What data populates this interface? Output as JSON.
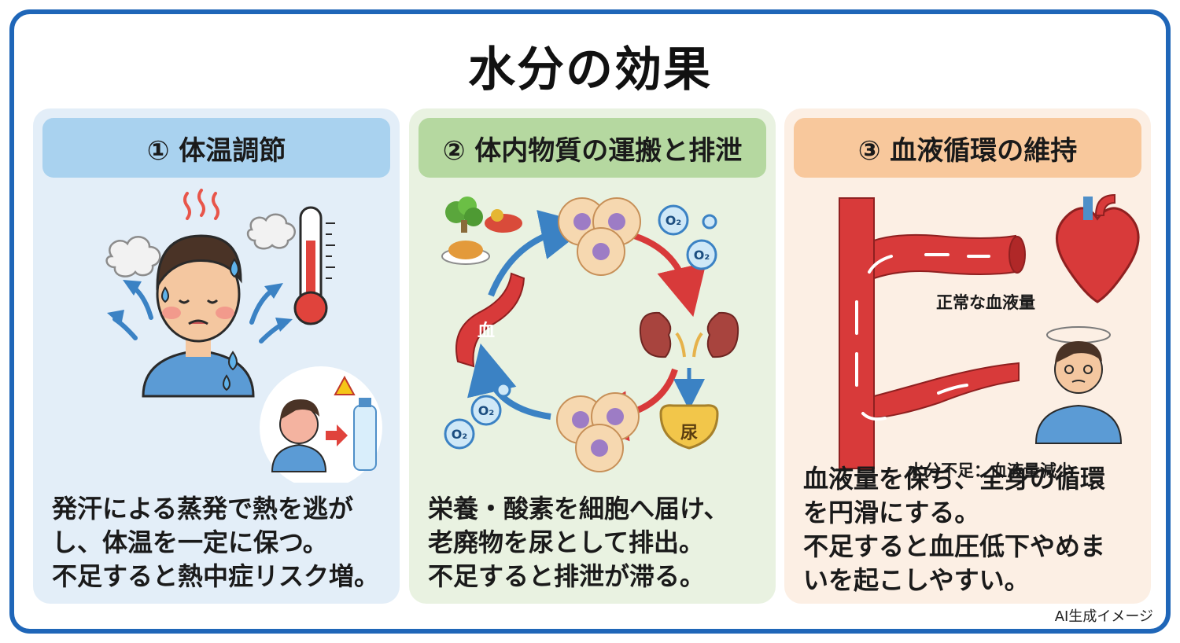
{
  "title": "水分の効果",
  "panels": [
    {
      "header": "① 体温調節",
      "lines": [
        "発汗による蒸発で熱を逃が",
        "し、体温を一定に保つ。",
        "不足すると熱中症リスク増。"
      ]
    },
    {
      "header": "② 体内物質の運搬と排泄",
      "blood_label": "血",
      "urine_label": "尿",
      "oxygen_label": "O₂",
      "lines": [
        "栄養・酸素を細胞へ届け、",
        "老廃物を尿として排出。",
        "不足すると排泄が滞る。"
      ]
    },
    {
      "header": "③ 血液循環の維持",
      "normal_caption": "正常な血液量",
      "low_caption": "水分不足：血液量減少",
      "lines": [
        "血液量を保ち、全身の循環",
        "を円滑にする。",
        "不足すると血圧低下やめま",
        "いを起こしやすい。"
      ]
    }
  ],
  "footer_note": "AI生成イメージ",
  "colors": {
    "frame": "#1f66b8",
    "panel1_bg": "#e3eef8",
    "panel1_header": "#a9d2ef",
    "panel2_bg": "#e9f2e1",
    "panel2_header": "#b5d8a0",
    "panel3_bg": "#fcefe4",
    "panel3_header": "#f8c89c",
    "blood": "#d83a3a",
    "arrow_blue": "#3b82c4"
  },
  "icons": [
    "sweating-person-icon",
    "steam-icon",
    "thermometer-icon",
    "warning-icon",
    "water-bottle-icon",
    "vegetables-icon",
    "food-icon",
    "cell-cluster-icon",
    "oxygen-bubble-icon",
    "kidney-icon",
    "bladder-icon",
    "blood-vessel-icon",
    "heart-icon",
    "dizzy-person-icon"
  ]
}
